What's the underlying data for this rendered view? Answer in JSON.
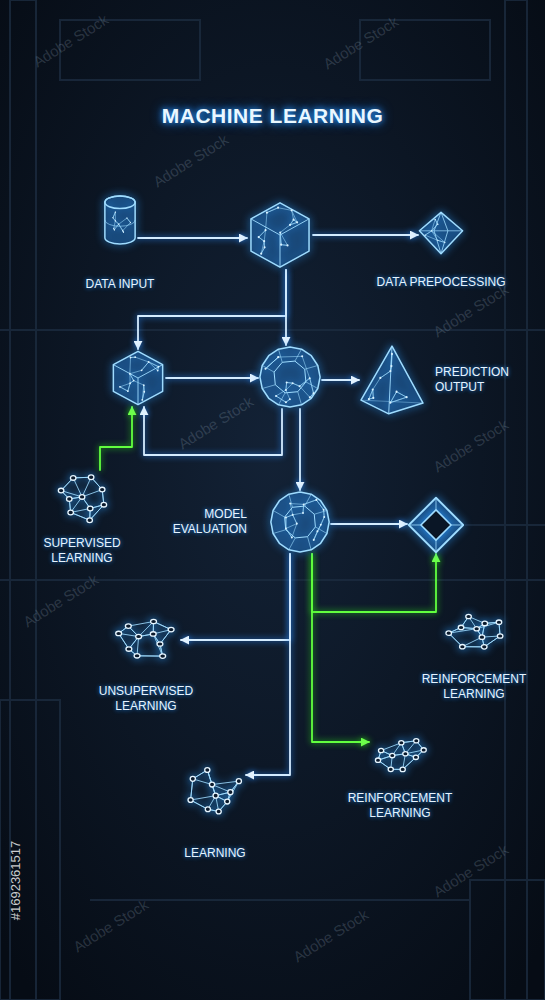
{
  "diagram": {
    "title": "MACHINE LEARNING",
    "nodes": [
      {
        "text": [
          "DATA INPUT"
        ]
      },
      {
        "text": []
      },
      {
        "text": [
          "DATA PREPOCESSING"
        ]
      },
      {
        "text": []
      },
      {
        "text": []
      },
      {
        "text": [
          "PREDICTION OUTPUT"
        ]
      },
      {
        "text": [
          "SUPERVISED LEARNING"
        ]
      },
      {
        "text": [
          "MODEL EVALUATION"
        ]
      },
      {
        "text": []
      },
      {
        "text": [
          "UNSUPERVISED LEARNING"
        ]
      },
      {
        "text": [
          "REINFORCEMENT LEARNING"
        ]
      },
      {
        "text": [
          "REINFORCEMENT LEARNING"
        ]
      },
      {
        "text": [
          "LEARNING"
        ]
      }
    ],
    "edges": [
      {
        "from": 0,
        "to": 1,
        "arrow": "to"
      },
      {
        "from": 1,
        "to": 2,
        "arrow": "to"
      },
      {
        "from": 1,
        "to": 3,
        "arrow": "to"
      },
      {
        "from": 1,
        "to": 4,
        "arrow": "to"
      },
      {
        "from": 3,
        "to": 4,
        "arrow": "to"
      },
      {
        "from": 4,
        "to": 5,
        "arrow": "to"
      },
      {
        "from": 4,
        "to": 3,
        "arrow": "to"
      },
      {
        "from": 6,
        "to": 3,
        "arrow": "to"
      },
      {
        "from": 4,
        "to": 7,
        "arrow": "to"
      },
      {
        "from": 7,
        "to": 8,
        "arrow": "to"
      },
      {
        "from": 7,
        "to": 9,
        "arrow": "to"
      },
      {
        "from": 7,
        "to": 12,
        "arrow": "to"
      },
      {
        "from": 7,
        "to": 8,
        "arrow": "to"
      },
      {
        "from": 7,
        "to": 11,
        "arrow": "to"
      }
    ],
    "labels": [
      "Adobe Stock",
      "Adobe Stock",
      "Adobe Stock",
      "Adobe Stock",
      "Adobe Stock",
      "Adobe Stock",
      "Adobe Stock",
      "Adobe Stock",
      "Adobe Stock",
      "Adobe Stock",
      "#1692361517"
    ]
  }
}
